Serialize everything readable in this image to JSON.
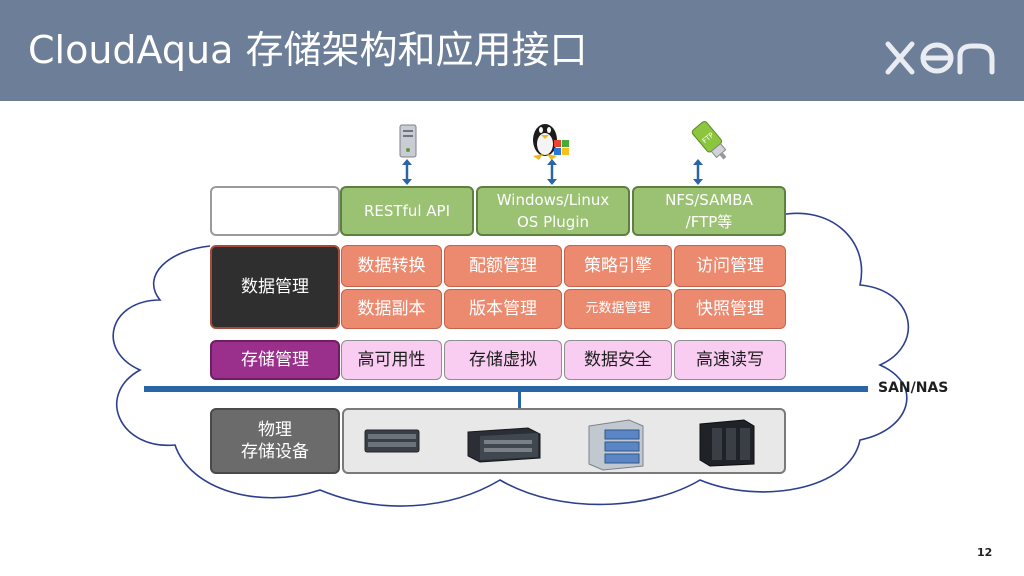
{
  "title": "CloudAqua 存储架构和应用接口",
  "logo": {
    "icon": "xor-logo-icon"
  },
  "interfaces": [
    {
      "label": "",
      "icon": null
    },
    {
      "label": "RESTful API",
      "icon": "server-icon"
    },
    {
      "label": "Windows/Linux\nOS Plugin",
      "icon": "tux-windows-icon"
    },
    {
      "label": "NFS/SAMBA\n/FTP等",
      "icon": "ftp-plug-icon"
    }
  ],
  "data_management": {
    "label": "数据管理",
    "items": [
      "数据转换",
      "配额管理",
      "策略引擎",
      "访问管理",
      "数据副本",
      "版本管理",
      "元数据管理",
      "快照管理"
    ]
  },
  "storage_management": {
    "label": "存储管理",
    "items": [
      "高可用性",
      "存储虚拟",
      "数据安全",
      "高速读写"
    ]
  },
  "bus_label": "SAN/NAS",
  "physical": {
    "label": "物理\n存储设备",
    "devices": [
      "rack-server-icon",
      "storage-chassis-icon",
      "disk-array-icon",
      "storage-appliance-icon"
    ]
  },
  "page_number": "12",
  "colors": {
    "header": "#6c7e98",
    "green": "#9bc173",
    "salmon": "#ec8a70",
    "pink": "#f8cdf1",
    "purple": "#9b2f8c",
    "bus": "#2a66a6"
  }
}
